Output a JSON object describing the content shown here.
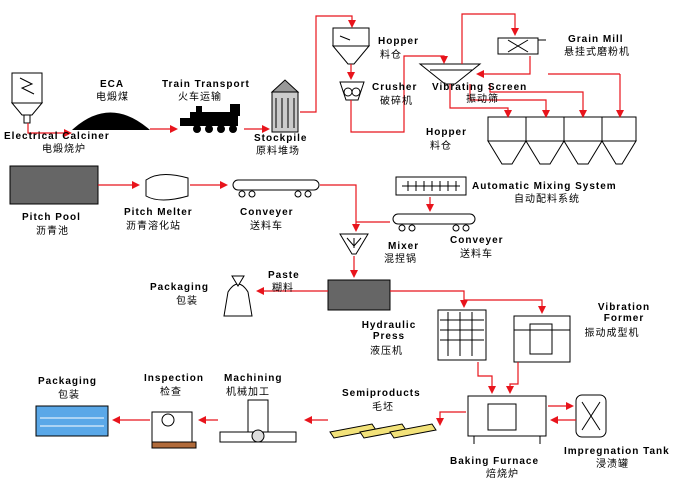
{
  "nodes": {
    "electrical_calciner": {
      "en": "Electrical Calciner",
      "zh": "电煅烧炉"
    },
    "eca": {
      "en": "ECA",
      "zh": "电煅煤"
    },
    "train_transport": {
      "en": "Train Transport",
      "zh": "火车运输"
    },
    "stockpile": {
      "en": "Stockpile",
      "zh": "原料堆场"
    },
    "hopper_top": {
      "en": "Hopper",
      "zh": "料仓"
    },
    "crusher": {
      "en": "Crusher",
      "zh": "破碎机"
    },
    "vibrating_screen": {
      "en": "Vibrating Screen",
      "zh": "振动筛"
    },
    "grain_mill": {
      "en": "Grain Mill",
      "zh": "悬挂式磨粉机"
    },
    "hopper_mid": {
      "en": "Hopper",
      "zh": "料仓"
    },
    "automatic_mixing": {
      "en": "Automatic Mixing System",
      "zh": "自动配料系统"
    },
    "pitch_pool": {
      "en": "Pitch Pool",
      "zh": "沥青池"
    },
    "pitch_melter": {
      "en": "Pitch Melter",
      "zh": "沥青溶化站"
    },
    "conveyer_left": {
      "en": "Conveyer",
      "zh": "送料车"
    },
    "conveyer_right": {
      "en": "Conveyer",
      "zh": "送料车"
    },
    "mixer": {
      "en": "Mixer",
      "zh": "混捏锅"
    },
    "paste": {
      "en": "Paste",
      "zh": "糊料"
    },
    "packaging_top": {
      "en": "Packaging",
      "zh": "包装"
    },
    "hydraulic_press": {
      "en": "Hydraulic Press",
      "zh": "液压机"
    },
    "vibration_former": {
      "en": "Vibration Former",
      "zh": "振动成型机"
    },
    "semiproducts": {
      "en": "Semiproducts",
      "zh": "毛坯"
    },
    "machining": {
      "en": "Machining",
      "zh": "机械加工"
    },
    "inspection": {
      "en": "Inspection",
      "zh": "检查"
    },
    "packaging_bottom": {
      "en": "Packaging",
      "zh": "包装"
    },
    "baking_furnace": {
      "en": "Baking Furnace",
      "zh": "焙烧炉"
    },
    "impregnation_tank": {
      "en": "Impregnation Tank",
      "zh": "浸渍罐"
    }
  },
  "colors": {
    "arrow": "#e8141c",
    "equipment_stroke": "#000000",
    "pool_fill": "#666666",
    "semiproduct_fill": "#f2e27a",
    "package_fill": "#5aa8e8"
  }
}
